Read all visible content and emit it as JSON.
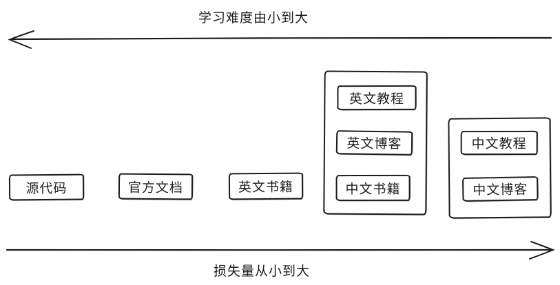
{
  "diagram": {
    "top_axis": {
      "label": "学习难度由小到大",
      "direction": "left"
    },
    "bottom_axis": {
      "label": "损失量从小到大",
      "direction": "right"
    },
    "nodes": [
      {
        "id": "source-code",
        "label": "源代码"
      },
      {
        "id": "official-docs",
        "label": "官方文档"
      },
      {
        "id": "english-books",
        "label": "英文书籍"
      }
    ],
    "groups": [
      {
        "id": "english-group",
        "items": [
          {
            "id": "english-tutorials",
            "label": "英文教程"
          },
          {
            "id": "english-blogs",
            "label": "英文博客"
          },
          {
            "id": "chinese-books",
            "label": "中文书籍"
          }
        ]
      },
      {
        "id": "chinese-group",
        "items": [
          {
            "id": "chinese-tutorials",
            "label": "中文教程"
          },
          {
            "id": "chinese-blogs",
            "label": "中文博客"
          }
        ]
      }
    ],
    "colors": {
      "stroke": "#1c1c1c",
      "background": "#ffffff"
    }
  }
}
